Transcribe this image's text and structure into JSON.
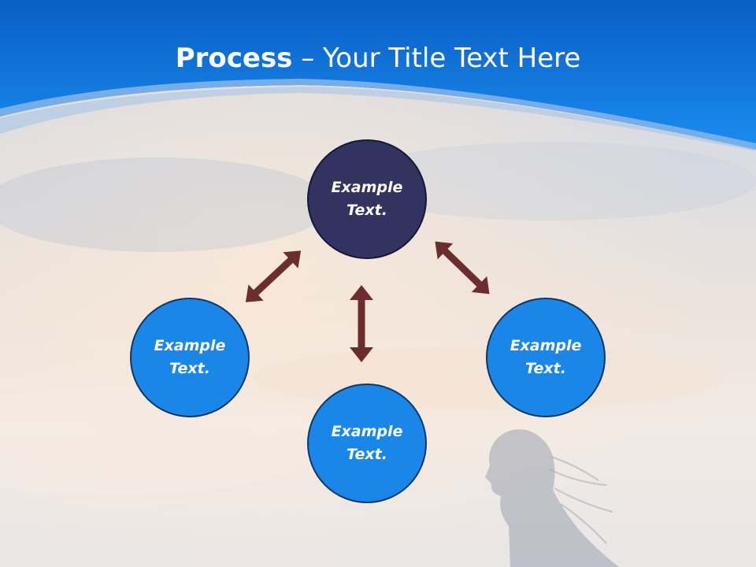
{
  "slide": {
    "title_bold": "Process",
    "title_rest": " – Your Title Text Here"
  },
  "nodes": [
    {
      "label": "Example Text.",
      "style": "dark"
    },
    {
      "label": "Example Text.",
      "style": "blue"
    },
    {
      "label": "Example Text.",
      "style": "blue"
    },
    {
      "label": "Example Text.",
      "style": "blue"
    }
  ],
  "colors": {
    "header_blue": "#0f7fe6",
    "node_dark": "#33335f",
    "node_blue": "#1a86e8",
    "arrow": "#6b2d2d"
  }
}
